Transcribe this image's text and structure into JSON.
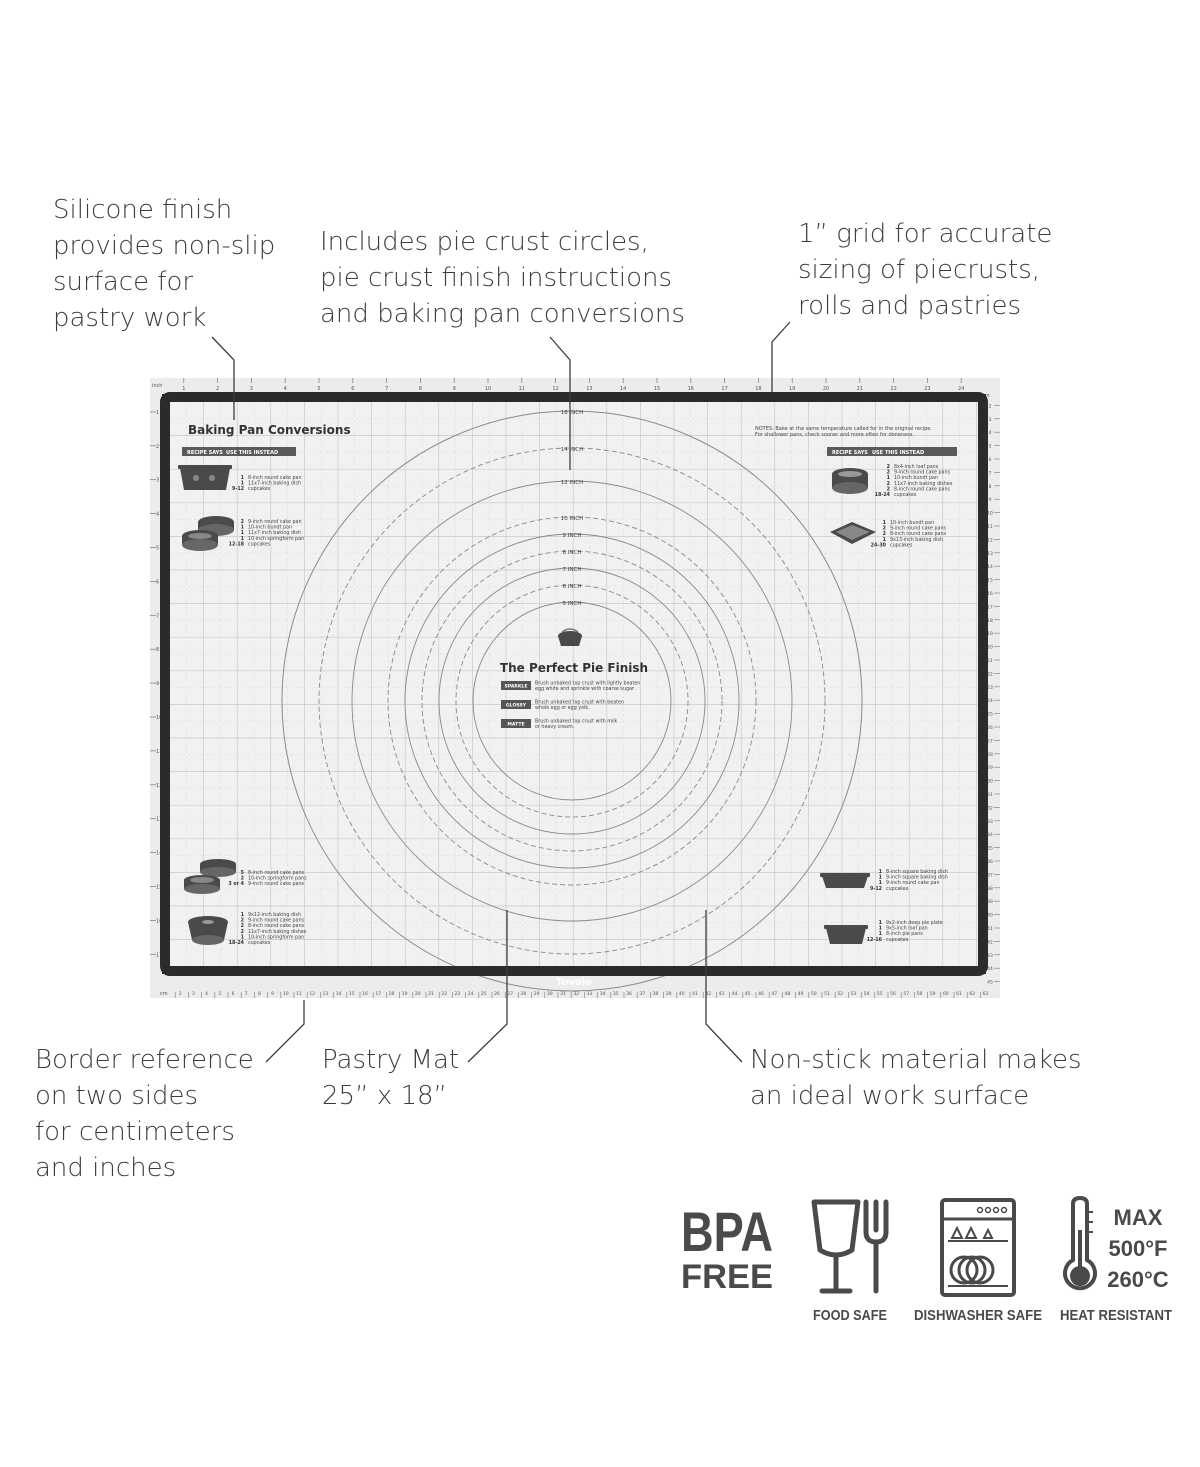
{
  "callouts": {
    "silicone": [
      "Silicone finish",
      "provides non-slip",
      "surface for",
      "pastry work"
    ],
    "includes": [
      "Includes pie crust circles,",
      "pie crust finish instructions",
      "and baking pan conversions"
    ],
    "grid": [
      "1” grid for accurate",
      "sizing of piecrusts,",
      "rolls and pastries"
    ],
    "border": [
      "Border reference",
      "on two sides",
      "for centimeters",
      "and inches"
    ],
    "size": [
      "Pastry Mat",
      "25” x 18”"
    ],
    "nonstick": [
      "Non-stick material makes",
      "an ideal work surface"
    ]
  },
  "mat": {
    "inch_label": "inch",
    "cm_label": "cm",
    "brand": "Tovolo",
    "conversions_title": "Baking Pan Conversions",
    "recipe_says": "RECIPE SAYS",
    "use_this_instead": "USE THIS INSTEAD",
    "notes": [
      "NOTES: Bake at the same temperature called for in the original recipe.",
      "For shallower pans, check sooner and more often for doneness."
    ],
    "circle_labels": [
      "18 INCH",
      "14 INCH",
      "12 INCH",
      "10 INCH",
      "9 INCH",
      "8 INCH",
      "7 INCH",
      "6 INCH",
      "5 INCH"
    ],
    "pie_finish": {
      "title": "The Perfect Pie Finish",
      "items": [
        {
          "tag": "SPARKLE",
          "lines": [
            "Brush unbaked top crust with lightly beaten",
            "egg white and sprinkle with coarse sugar."
          ]
        },
        {
          "tag": "GLOSSY",
          "lines": [
            "Brush unbaked top crust with beaten",
            "whole egg or egg yolk."
          ]
        },
        {
          "tag": "MATTE",
          "lines": [
            "Brush unbaked top crust with milk",
            "or heavy cream."
          ]
        }
      ]
    },
    "conversion_blocks": {
      "left_top_1": [
        [
          "1",
          "8-inch round cake pan"
        ],
        [
          "1",
          "11x7-inch baking dish"
        ],
        [
          "9-12",
          "cupcakes"
        ]
      ],
      "left_top_2": [
        [
          "2",
          "9-inch round cake pan"
        ],
        [
          "1",
          "10-inch bundt pan"
        ],
        [
          "1",
          "11x7-inch baking dish"
        ],
        [
          "1",
          "10-inch springform pan"
        ],
        [
          "12-18",
          "cupcakes"
        ]
      ],
      "right_top_1": [
        [
          "2",
          "8x4-inch loaf pans"
        ],
        [
          "2",
          "9-inch round cake pans"
        ],
        [
          "1",
          "10-inch bundt pan"
        ],
        [
          "2",
          "11x7-inch baking dishes"
        ],
        [
          "2",
          "8-inch round cake pans"
        ],
        [
          "18-24",
          "cupcakes"
        ]
      ],
      "right_top_2": [
        [
          "1",
          "10-inch bundt pan"
        ],
        [
          "2",
          "9-inch round cake pans"
        ],
        [
          "2",
          "8-inch round cake pans"
        ],
        [
          "1",
          "9x13-inch baking dish"
        ],
        [
          "24-30",
          "cupcakes"
        ]
      ],
      "left_bottom_1": [
        [
          "5",
          "8-inch round cake pans"
        ],
        [
          "2",
          "10-inch springform pans"
        ],
        [
          "3 or 4",
          "9-inch round cake pans"
        ]
      ],
      "left_bottom_2": [
        [
          "1",
          "9x12-inch baking dish"
        ],
        [
          "2",
          "9-inch round cake pans"
        ],
        [
          "2",
          "8-inch round cake pans"
        ],
        [
          "2",
          "11x7-inch baking dishes"
        ],
        [
          "1",
          "10-inch springform pan"
        ],
        [
          "18-24",
          "cupcakes"
        ]
      ],
      "right_bottom_1": [
        [
          "1",
          "8-inch square baking dish"
        ],
        [
          "1",
          "9-inch square baking dish"
        ],
        [
          "1",
          "9-inch round cake pan"
        ],
        [
          "9-12",
          "cupcakes"
        ]
      ],
      "right_bottom_2": [
        [
          "1",
          "9x2-inch deep pie plate"
        ],
        [
          "1",
          "9x5-inch loaf pan"
        ],
        [
          "1",
          "8-inch pie pans"
        ],
        [
          "12-16",
          "cupcakes"
        ]
      ]
    }
  },
  "badges": {
    "bpa": [
      "BPA",
      "FREE"
    ],
    "food_safe": "FOOD SAFE",
    "dishwasher_safe": "DISHWASHER SAFE",
    "heat": {
      "lines": [
        "MAX",
        "500°F",
        "260°C"
      ],
      "caption": "HEAT RESISTANT"
    }
  },
  "colors": {
    "text": "#3d3d3d",
    "mat_fill": "#ececec",
    "mat_border": "#2b2b2b",
    "grid": "#bdbdbd"
  }
}
